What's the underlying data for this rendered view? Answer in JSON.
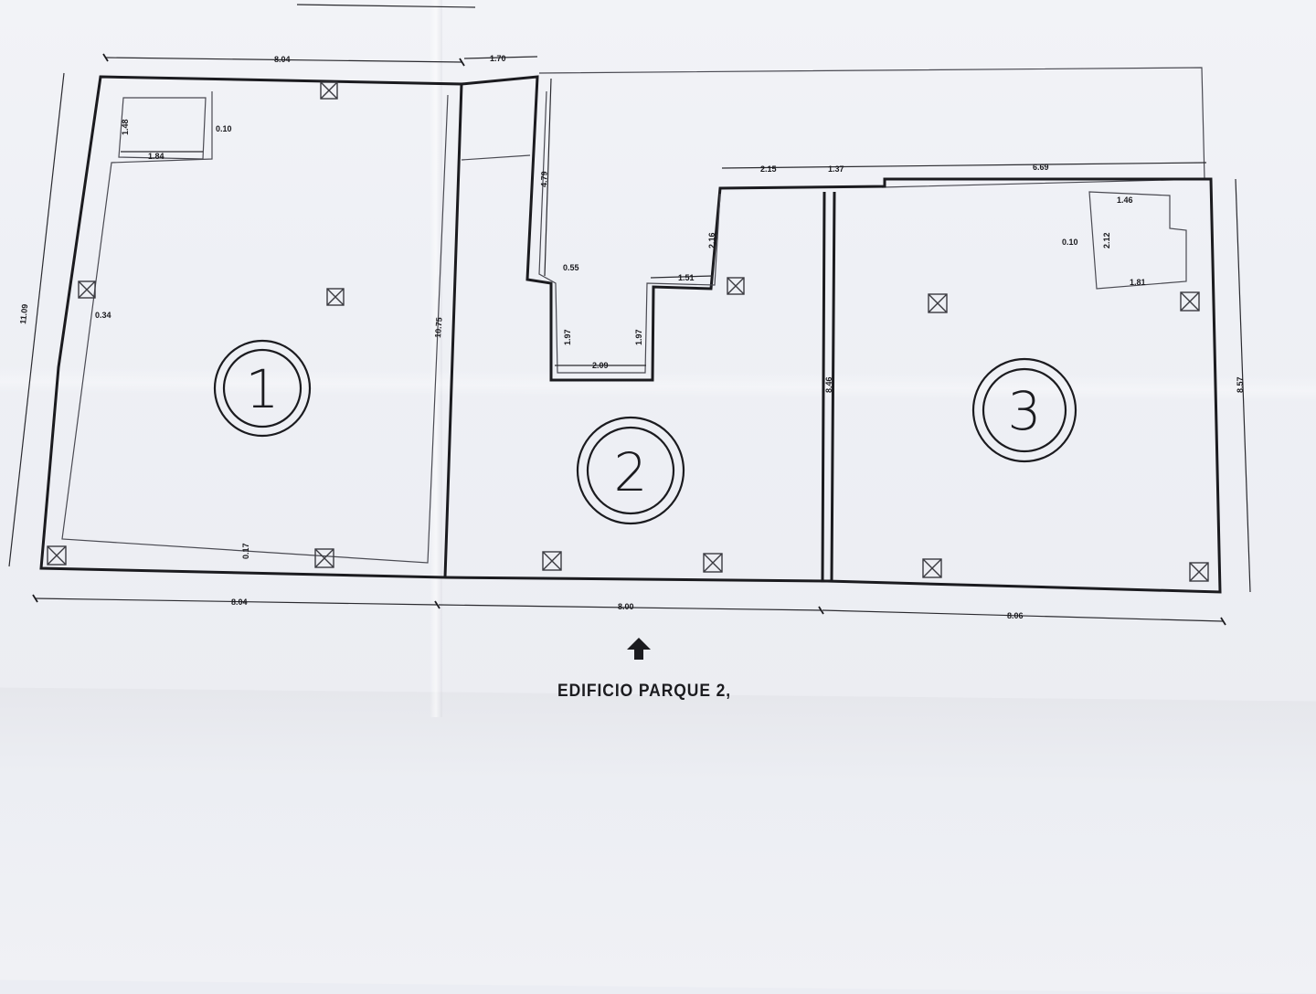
{
  "units": [
    {
      "number": "1"
    },
    {
      "number": "2"
    },
    {
      "number": "3"
    }
  ],
  "building_label": "EDIFICIO PARQUE 2,",
  "dimensions": {
    "top_unit1": "8.04",
    "top_unit2": "1.70",
    "left_outer": "11.09",
    "sub_square_h": "1.48",
    "sub_square_gap": "0.10",
    "sub_square_w": "1.84",
    "left_offset": "0.34",
    "unit1_right": "10.75",
    "bottom_offset": "0.17",
    "bottom_unit1": "8.04",
    "bottom_unit2": "8.00",
    "bottom_unit3": "8.06",
    "unit2_channel": "4.79",
    "unit2_notch": "0.55",
    "unit2_left_drop": "1.97",
    "unit2_right_drop": "1.97",
    "unit2_notch_width": "2.09",
    "unit2_step": "1.51",
    "unit2_step_h": "2.16",
    "unit2_top_a": "2.15",
    "unit2_top_b": "1.37",
    "unit3_top": "6.69",
    "unit3_left": "8.46",
    "unit3_right": "8.57",
    "unit3_sq_top": "1.46",
    "unit3_sq_gap": "0.10",
    "unit3_sq_h": "2.12",
    "unit3_sq_w": "1.81"
  },
  "colors": {
    "ink": "#1b1b1f",
    "paper": "#eef0f5"
  },
  "icons": {
    "entrance": "up-arrow-icon",
    "column": "column-cross-box-icon"
  }
}
